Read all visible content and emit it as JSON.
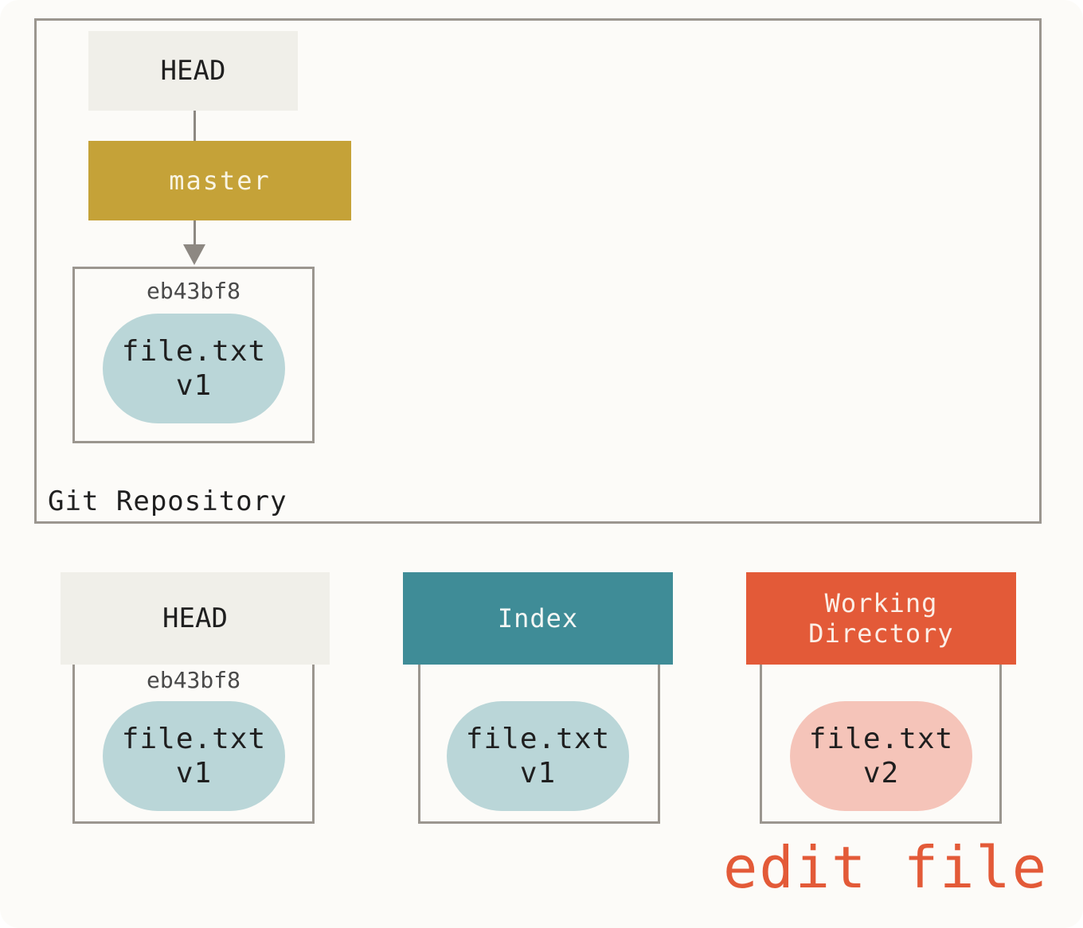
{
  "repository": {
    "label": "Git Repository",
    "head_label": "HEAD",
    "branch_label": "master",
    "commit": {
      "sha": "eb43bf8",
      "file_name": "file.txt",
      "file_version": "v1"
    }
  },
  "trees": {
    "head": {
      "title": "HEAD",
      "sha": "eb43bf8",
      "file_name": "file.txt",
      "file_version": "v1"
    },
    "index": {
      "title": "Index",
      "file_name": "file.txt",
      "file_version": "v1"
    },
    "working_directory": {
      "title_line1": "Working",
      "title_line2": "Directory",
      "file_name": "file.txt",
      "file_version": "v2"
    }
  },
  "action_label": "edit file",
  "colors": {
    "branch": "#c5a238",
    "index": "#3f8c97",
    "working_directory": "#e35a38",
    "file_unchanged": "#bad6d8",
    "file_modified": "#f5c4b9",
    "head_box": "#f0efe9"
  }
}
